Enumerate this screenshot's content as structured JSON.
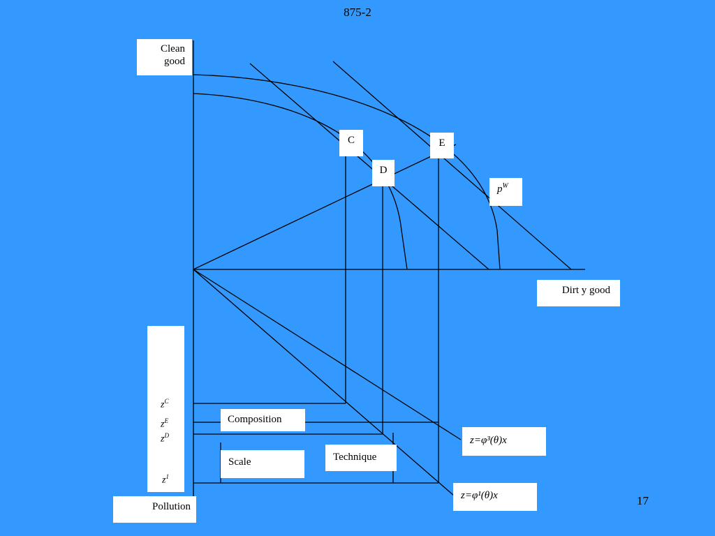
{
  "slide": {
    "title": "875-2",
    "number": "17"
  },
  "axes": {
    "clean_label": "Clean\ngood",
    "dirty_label": "Dirt y good",
    "pollution_label": "Pollution"
  },
  "points": {
    "C": "C",
    "D": "D",
    "E": "E"
  },
  "price_label": {
    "base": "p",
    "sup": "W"
  },
  "pollution_levels": [
    {
      "base": "z",
      "sup": "C"
    },
    {
      "base": "z",
      "sup": "E"
    },
    {
      "base": "z",
      "sup": "D"
    },
    {
      "base": "z",
      "sup": "1"
    }
  ],
  "effects": {
    "composition": "Composition",
    "scale": "Scale",
    "technique": "Technique"
  },
  "equations": {
    "eq3": "z=φ³(θ)x",
    "eq1": "z=φ¹(θ)x"
  },
  "colors": {
    "background": "#3399ff",
    "box": "#ffffff",
    "line": "#000000"
  }
}
